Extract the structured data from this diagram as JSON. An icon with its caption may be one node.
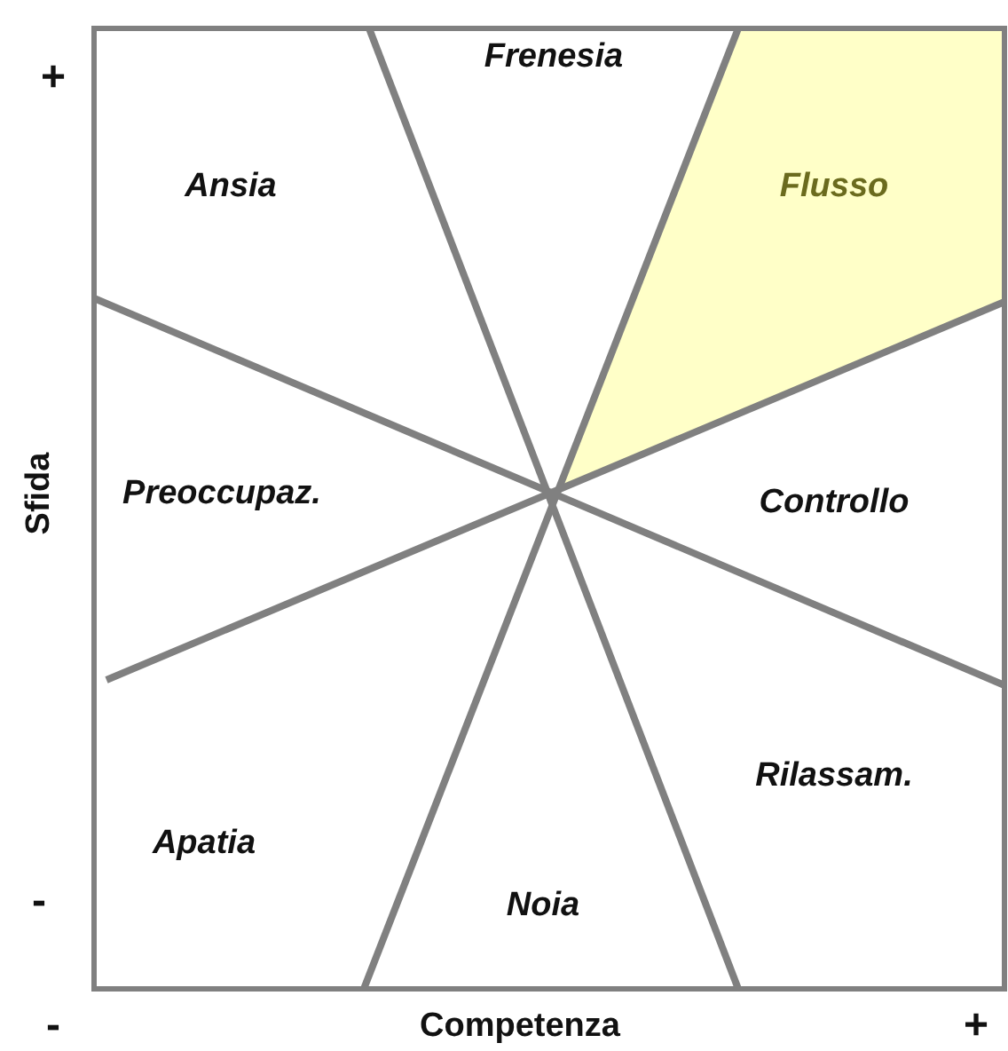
{
  "diagram": {
    "labels": [
      "+",
      "Frenesia",
      "Flusso",
      "Ansia",
      "Sfida",
      "Preoccupaz.",
      "Controllo",
      "Rilassam.",
      "Apatia",
      "-",
      "Noia",
      "-",
      "Competenza",
      "+"
    ]
  }
}
